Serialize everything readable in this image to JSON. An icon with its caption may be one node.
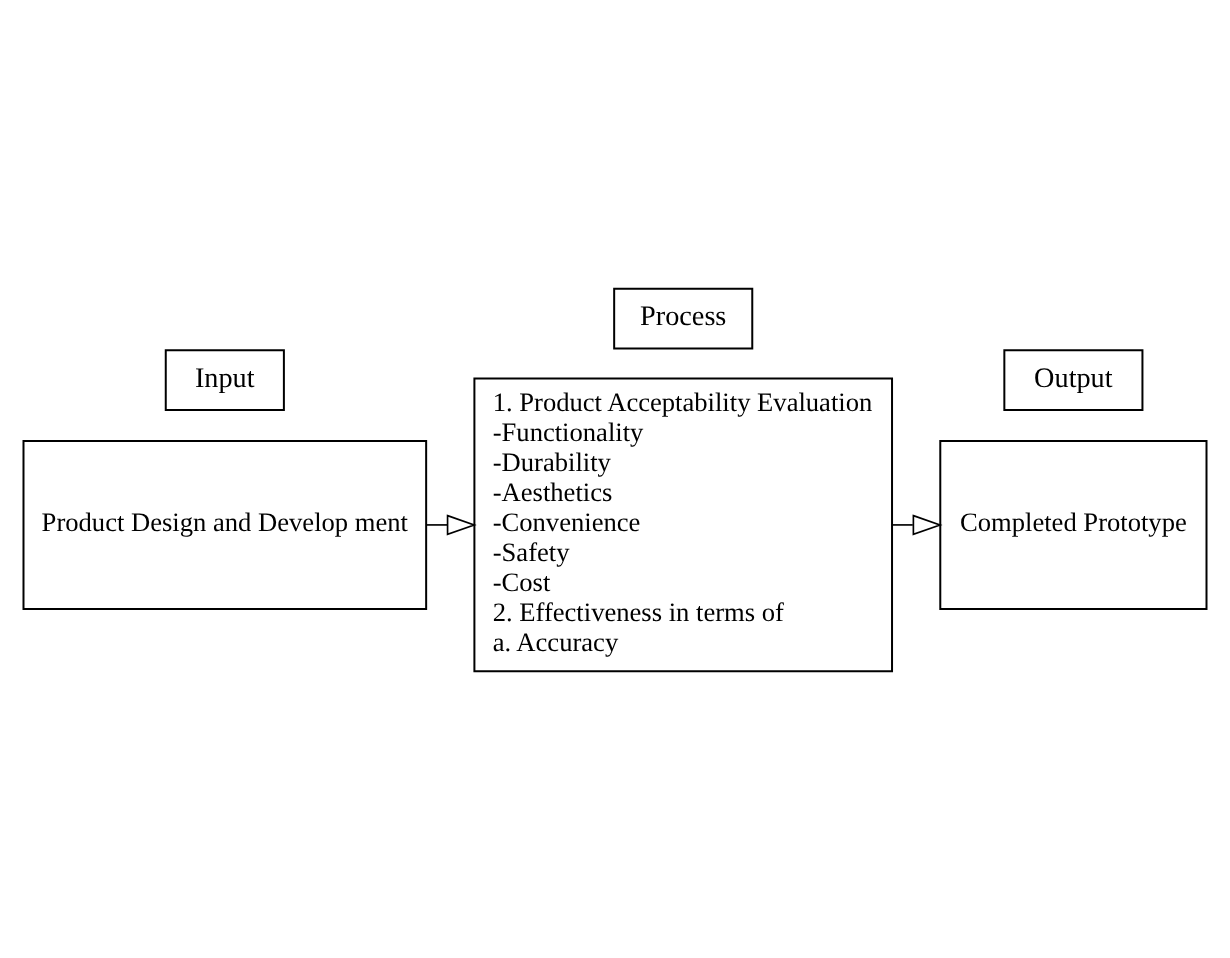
{
  "diagram": {
    "nodes": [
      {
        "text": [
          "Input"
        ]
      },
      {
        "text": [
          "Product Design and Develop ment"
        ]
      },
      {
        "text": [
          "Process"
        ]
      },
      {
        "text": [
          "1. Product Acceptability Evaluation",
          "-Functionality",
          "-Durability",
          "-Aesthetics",
          "-Convenience",
          "-Safety",
          "-Cost",
          "2. Effectiveness in terms of",
          "a. Accuracy"
        ]
      },
      {
        "text": [
          "Output"
        ]
      },
      {
        "text": [
          "Completed Prototype"
        ]
      }
    ],
    "edges": [
      {
        "from": 1,
        "to": 3,
        "arrow": "to"
      },
      {
        "from": 3,
        "to": 5,
        "arrow": "to"
      }
    ]
  }
}
